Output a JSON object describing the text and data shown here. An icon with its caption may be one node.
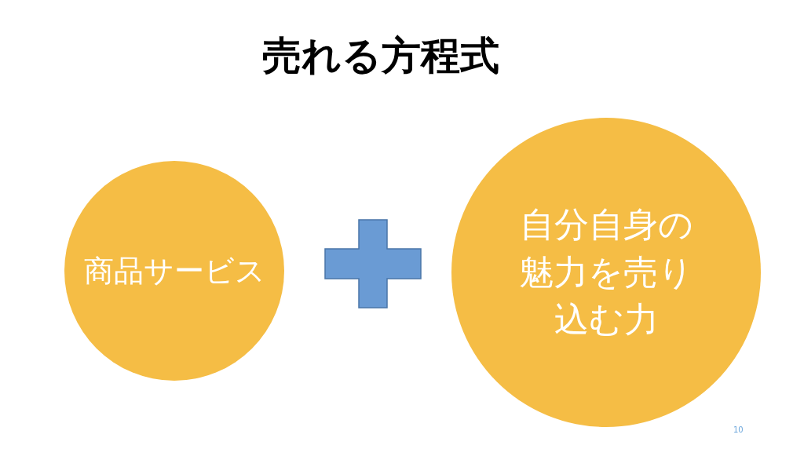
{
  "diagram": {
    "title": "売れる方程式",
    "nodes": [
      {
        "text": [
          "商品サービス"
        ]
      },
      {
        "text": [
          "自分自身の魅力を売り込む力"
        ]
      }
    ],
    "labels": [
      "10"
    ]
  }
}
